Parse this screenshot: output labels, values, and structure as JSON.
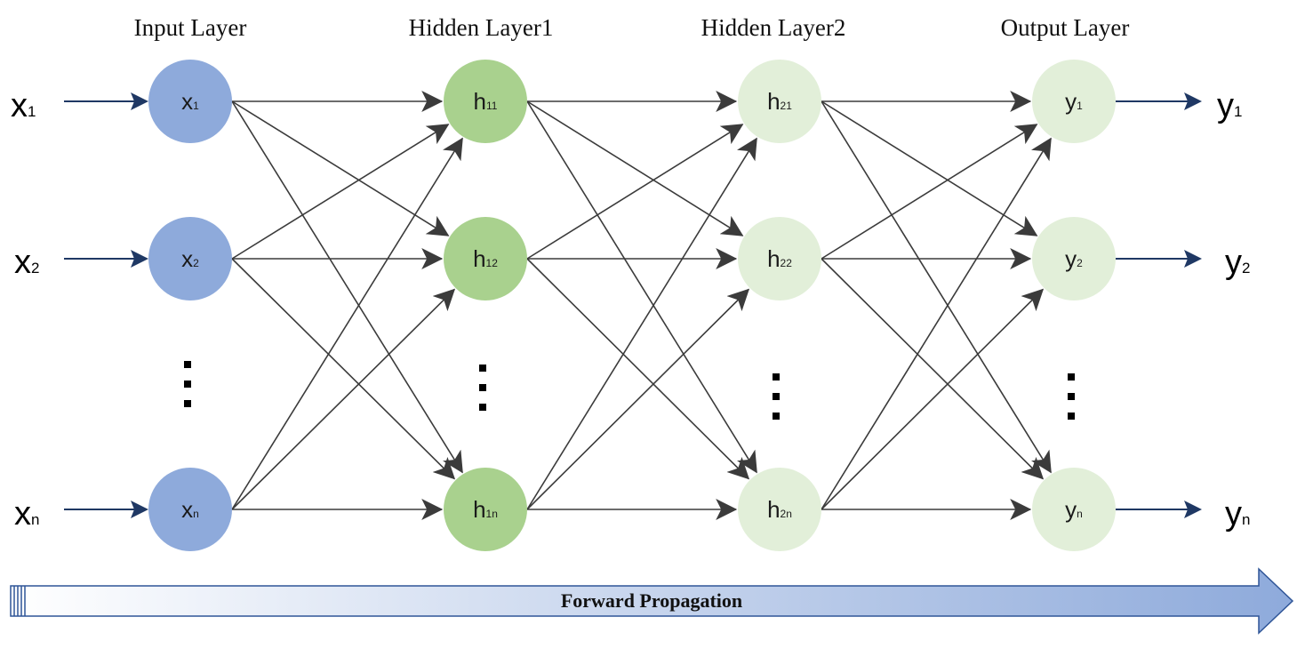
{
  "diagram": {
    "layers": [
      {
        "id": "input",
        "title": "Input Layer",
        "fill": "#8eaadb",
        "nodes": [
          {
            "main": "x",
            "sub": "1"
          },
          {
            "main": "x",
            "sub": "2"
          },
          {
            "main": "x",
            "sub": "n"
          }
        ]
      },
      {
        "id": "hidden1",
        "title": "Hidden Layer1",
        "fill": "#a9d18e",
        "nodes": [
          {
            "main": "h",
            "sub": "11"
          },
          {
            "main": "h",
            "sub": "12"
          },
          {
            "main": "h",
            "sub": "1n"
          }
        ]
      },
      {
        "id": "hidden2",
        "title": "Hidden Layer2",
        "fill": "#e2efd9",
        "nodes": [
          {
            "main": "h",
            "sub": "21"
          },
          {
            "main": "h",
            "sub": "22"
          },
          {
            "main": "h",
            "sub": "2n"
          }
        ]
      },
      {
        "id": "output",
        "title": "Output Layer",
        "fill": "#e2efd9",
        "nodes": [
          {
            "main": "y",
            "sub": "1"
          },
          {
            "main": "y",
            "sub": "2"
          },
          {
            "main": "y",
            "sub": "n"
          }
        ]
      }
    ],
    "inputs": [
      {
        "main": "x",
        "sub": "1"
      },
      {
        "main": "x",
        "sub": "2"
      },
      {
        "main": "x",
        "sub": "n"
      }
    ],
    "outputs": [
      {
        "main": "y",
        "sub": "1"
      },
      {
        "main": "y",
        "sub": "2"
      },
      {
        "main": "y",
        "sub": "n"
      }
    ],
    "banner": {
      "label": "Forward Propagation",
      "gradient_start": "#ffffff",
      "gradient_end": "#8eaadb",
      "border": "#2f5597"
    },
    "colors": {
      "connection": "#3b3b3b",
      "io_arrow": "#1f3864"
    }
  }
}
